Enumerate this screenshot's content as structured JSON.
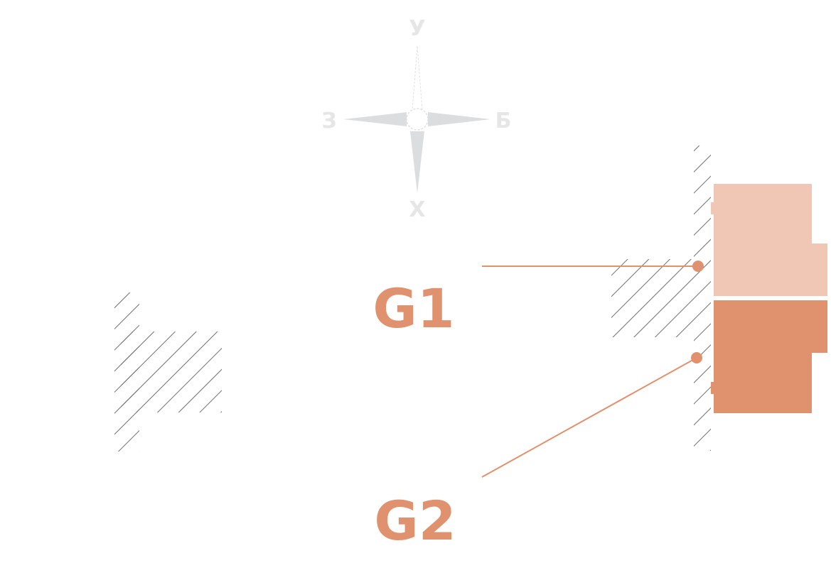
{
  "compass": {
    "north": "У",
    "west": "З",
    "east": "Б",
    "south": "Х"
  },
  "labels": {
    "g1": "G1",
    "g2": "G2"
  },
  "colors": {
    "accent": "#e0916d",
    "accent_light": "#f0c6b4",
    "hatch": "#6e6e6e",
    "compass": "#dcdddf"
  }
}
